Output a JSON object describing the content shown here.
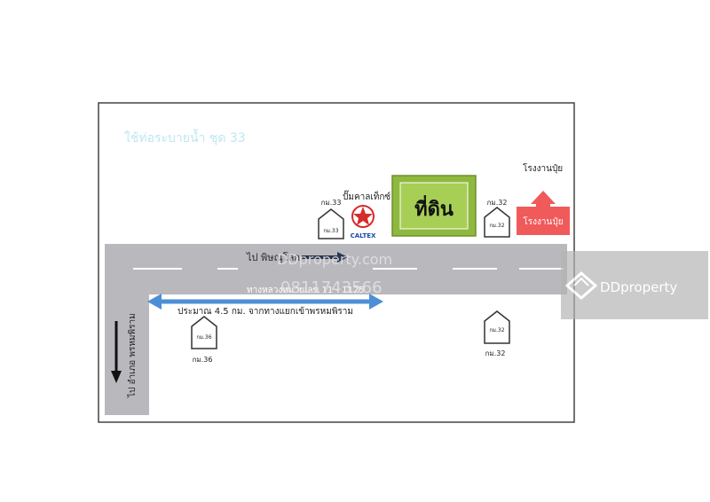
{
  "header_text": "ใช้ท่อระบายน้ำ ชุด 33",
  "road": {
    "direction_to": "ไป พิษณุโลก",
    "highway_label": "ทางหลวงหมายเลข 11 - 1125",
    "distance_note": "ประมาณ 4.5 กม. จากทางแยกเข้าพรหมพิราม",
    "side_road_label": "ไป อำเภอ พรหมพิราม"
  },
  "land": {
    "label": "ที่ดิน",
    "color": "#9bc34a"
  },
  "gas_station": {
    "name": "ปั๊มคาลเท็กซ์",
    "brand": "CALTEX",
    "color": "#d62b2b"
  },
  "factory": {
    "label": "โรงงานปุ๋ย",
    "top_label": "โรงงานปุ๋ย",
    "color": "#f05a5a"
  },
  "km_markers": [
    {
      "id": "km33",
      "label": "กม.33",
      "outer_label": "กม.33"
    },
    {
      "id": "km32-top",
      "label": "กม.32",
      "outer_label": "กม.32"
    },
    {
      "id": "km36",
      "label": "กม.36",
      "outer_label": "กม.36"
    },
    {
      "id": "km32-bottom",
      "label": "กม.32",
      "outer_label": "กม.32"
    }
  ],
  "watermark": {
    "site": "DDproperty.com",
    "phone": "0811743566",
    "brand": "DDproperty"
  },
  "colors": {
    "road": "#b9b9bd",
    "arrow_blue": "#4d8fd6",
    "arrow_dark": "#2a3550",
    "frame": "#444444"
  }
}
